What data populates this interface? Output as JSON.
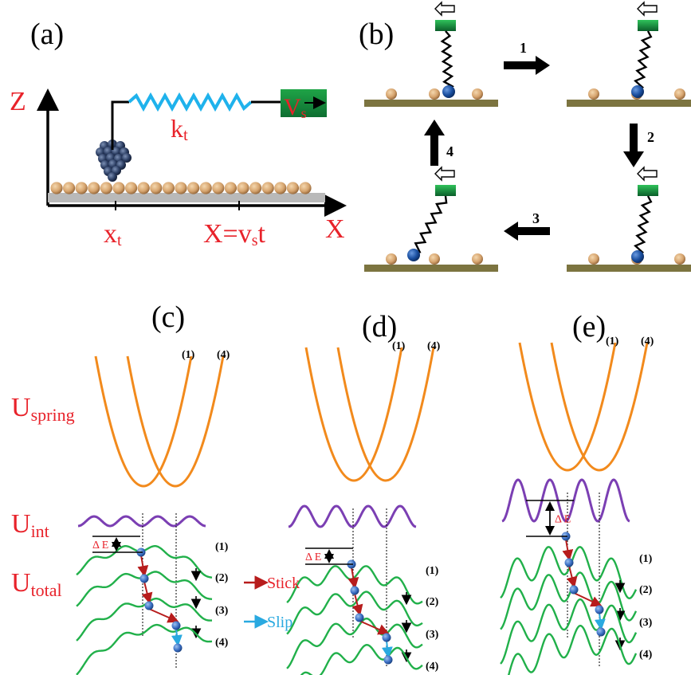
{
  "colors": {
    "red_text": "#e8222a",
    "spring_blue": "#1fb2ec",
    "green_block_top": "#23b54c",
    "green_block_bottom": "#0b5e2a",
    "atom": "#d6a46e",
    "atom_dark": "#9b6e3f",
    "surface": "#7c7440",
    "tip_blue": "#1a4fa0",
    "orange": "#f28a1c",
    "purple": "#7b3fb3",
    "curve_green": "#21b04a",
    "arrow_red": "#b71c1c",
    "arrow_cyan": "#29a9e0"
  },
  "panel_a": {
    "label": "(a)",
    "z_axis": "Z",
    "x_axis": "X",
    "spring_const": "k",
    "spring_const_sub": "t",
    "velocity": "V",
    "velocity_sub": "s",
    "tip_pos": "x",
    "tip_pos_sub": "t",
    "support_pos_a": "X=v",
    "support_pos_sub": "s",
    "support_pos_b": "t"
  },
  "panel_b": {
    "label": "(b)",
    "steps": [
      "1",
      "2",
      "3",
      "4"
    ]
  },
  "panels_cde": [
    {
      "label": "(c)"
    },
    {
      "label": "(d)"
    },
    {
      "label": "(e)"
    }
  ],
  "energy_labels": {
    "u_spring": "U",
    "u_spring_sub": "spring",
    "u_int": "U",
    "u_int_sub": "int",
    "u_total": "U",
    "u_total_sub": "total"
  },
  "curve_labels": [
    "(1)",
    "(2)",
    "(3)",
    "(4)"
  ],
  "delta_e": "Δ E",
  "legend": {
    "stick": "Stick",
    "slip": "Slip"
  }
}
